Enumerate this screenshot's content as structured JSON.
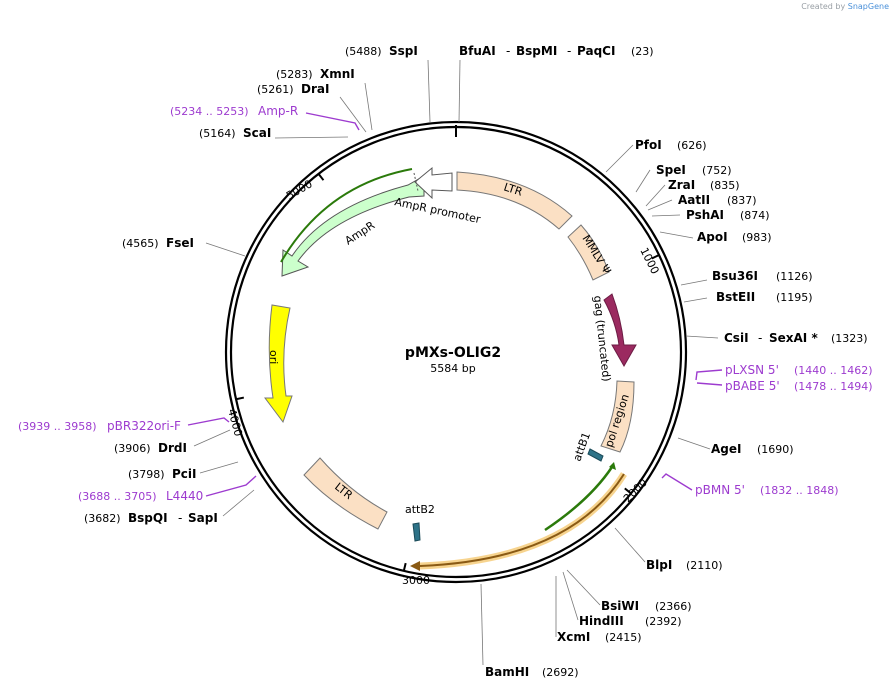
{
  "credit": {
    "prefix": "Created by",
    "brand": "SnapGene"
  },
  "plasmid": {
    "name": "pMXs-OLIG2",
    "size": "5584 bp"
  },
  "ticks": [
    "1000",
    "2000",
    "3000",
    "4000",
    "5000"
  ],
  "features": [
    {
      "id": "ltr1",
      "label": "LTR",
      "color": "#fbe0c4"
    },
    {
      "id": "mmlv",
      "label": "MMLV Ψ",
      "color": "#fbe0c4"
    },
    {
      "id": "gag",
      "label": "gag (truncated)",
      "color": "#9b2a60"
    },
    {
      "id": "pol",
      "label": "pol region",
      "color": "#fbe0c4"
    },
    {
      "id": "attb1",
      "label": "attB1",
      "color": "#2e7388"
    },
    {
      "id": "attb2",
      "label": "attB2",
      "color": "#2e7388"
    },
    {
      "id": "ltr2",
      "label": "LTR",
      "color": "#fbe0c4"
    },
    {
      "id": "ori",
      "label": "ori",
      "color": "#ffff00"
    },
    {
      "id": "ampr",
      "label": "AmpR",
      "color": "#ccffcc"
    },
    {
      "id": "amprprom",
      "label": "AmpR promoter",
      "color": "#ffffff"
    }
  ],
  "enzymes": [
    {
      "name": "SspI",
      "pos": "(5488)"
    },
    {
      "name": "BfuAI",
      "name2": "BspMI",
      "name3": "PaqCI",
      "pos": "(23)"
    },
    {
      "name": "XmnI",
      "pos": "(5283)"
    },
    {
      "name": "DraI",
      "pos": "(5261)"
    },
    {
      "name": "ScaI",
      "pos": "(5164)"
    },
    {
      "name": "PfoI",
      "pos": "(626)"
    },
    {
      "name": "SpeI",
      "pos": "(752)"
    },
    {
      "name": "ZraI",
      "pos": "(835)"
    },
    {
      "name": "AatII",
      "pos": "(837)"
    },
    {
      "name": "PshAI",
      "pos": "(874)"
    },
    {
      "name": "ApoI",
      "pos": "(983)"
    },
    {
      "name": "FseI",
      "pos": "(4565)"
    },
    {
      "name": "Bsu36I",
      "pos": "(1126)"
    },
    {
      "name": "BstEII",
      "pos": "(1195)"
    },
    {
      "name": "CsiI",
      "name2": "SexAI *",
      "pos": "(1323)"
    },
    {
      "name": "DrdI",
      "pos": "(3906)"
    },
    {
      "name": "AgeI",
      "pos": "(1690)"
    },
    {
      "name": "PciI",
      "pos": "(3798)"
    },
    {
      "name": "BspQI",
      "name2": "SapI",
      "pos": "(3682)"
    },
    {
      "name": "BlpI",
      "pos": "(2110)"
    },
    {
      "name": "BsiWI",
      "pos": "(2366)"
    },
    {
      "name": "HindIII",
      "pos": "(2392)"
    },
    {
      "name": "XcmI",
      "pos": "(2415)"
    },
    {
      "name": "BamHI",
      "pos": "(2692)"
    }
  ],
  "primers": [
    {
      "name": "Amp-R",
      "pos": "(5234 .. 5253)"
    },
    {
      "name": "pLXSN 5'",
      "pos": "(1440 .. 1462)"
    },
    {
      "name": "pBABE 5'",
      "pos": "(1478 .. 1494)"
    },
    {
      "name": "pBMN 5'",
      "pos": "(1832 .. 1848)"
    },
    {
      "name": "pBR322ori-F",
      "pos": "(3939 .. 3958)"
    },
    {
      "name": "L4440",
      "pos": "(3688 .. 3705)"
    }
  ]
}
